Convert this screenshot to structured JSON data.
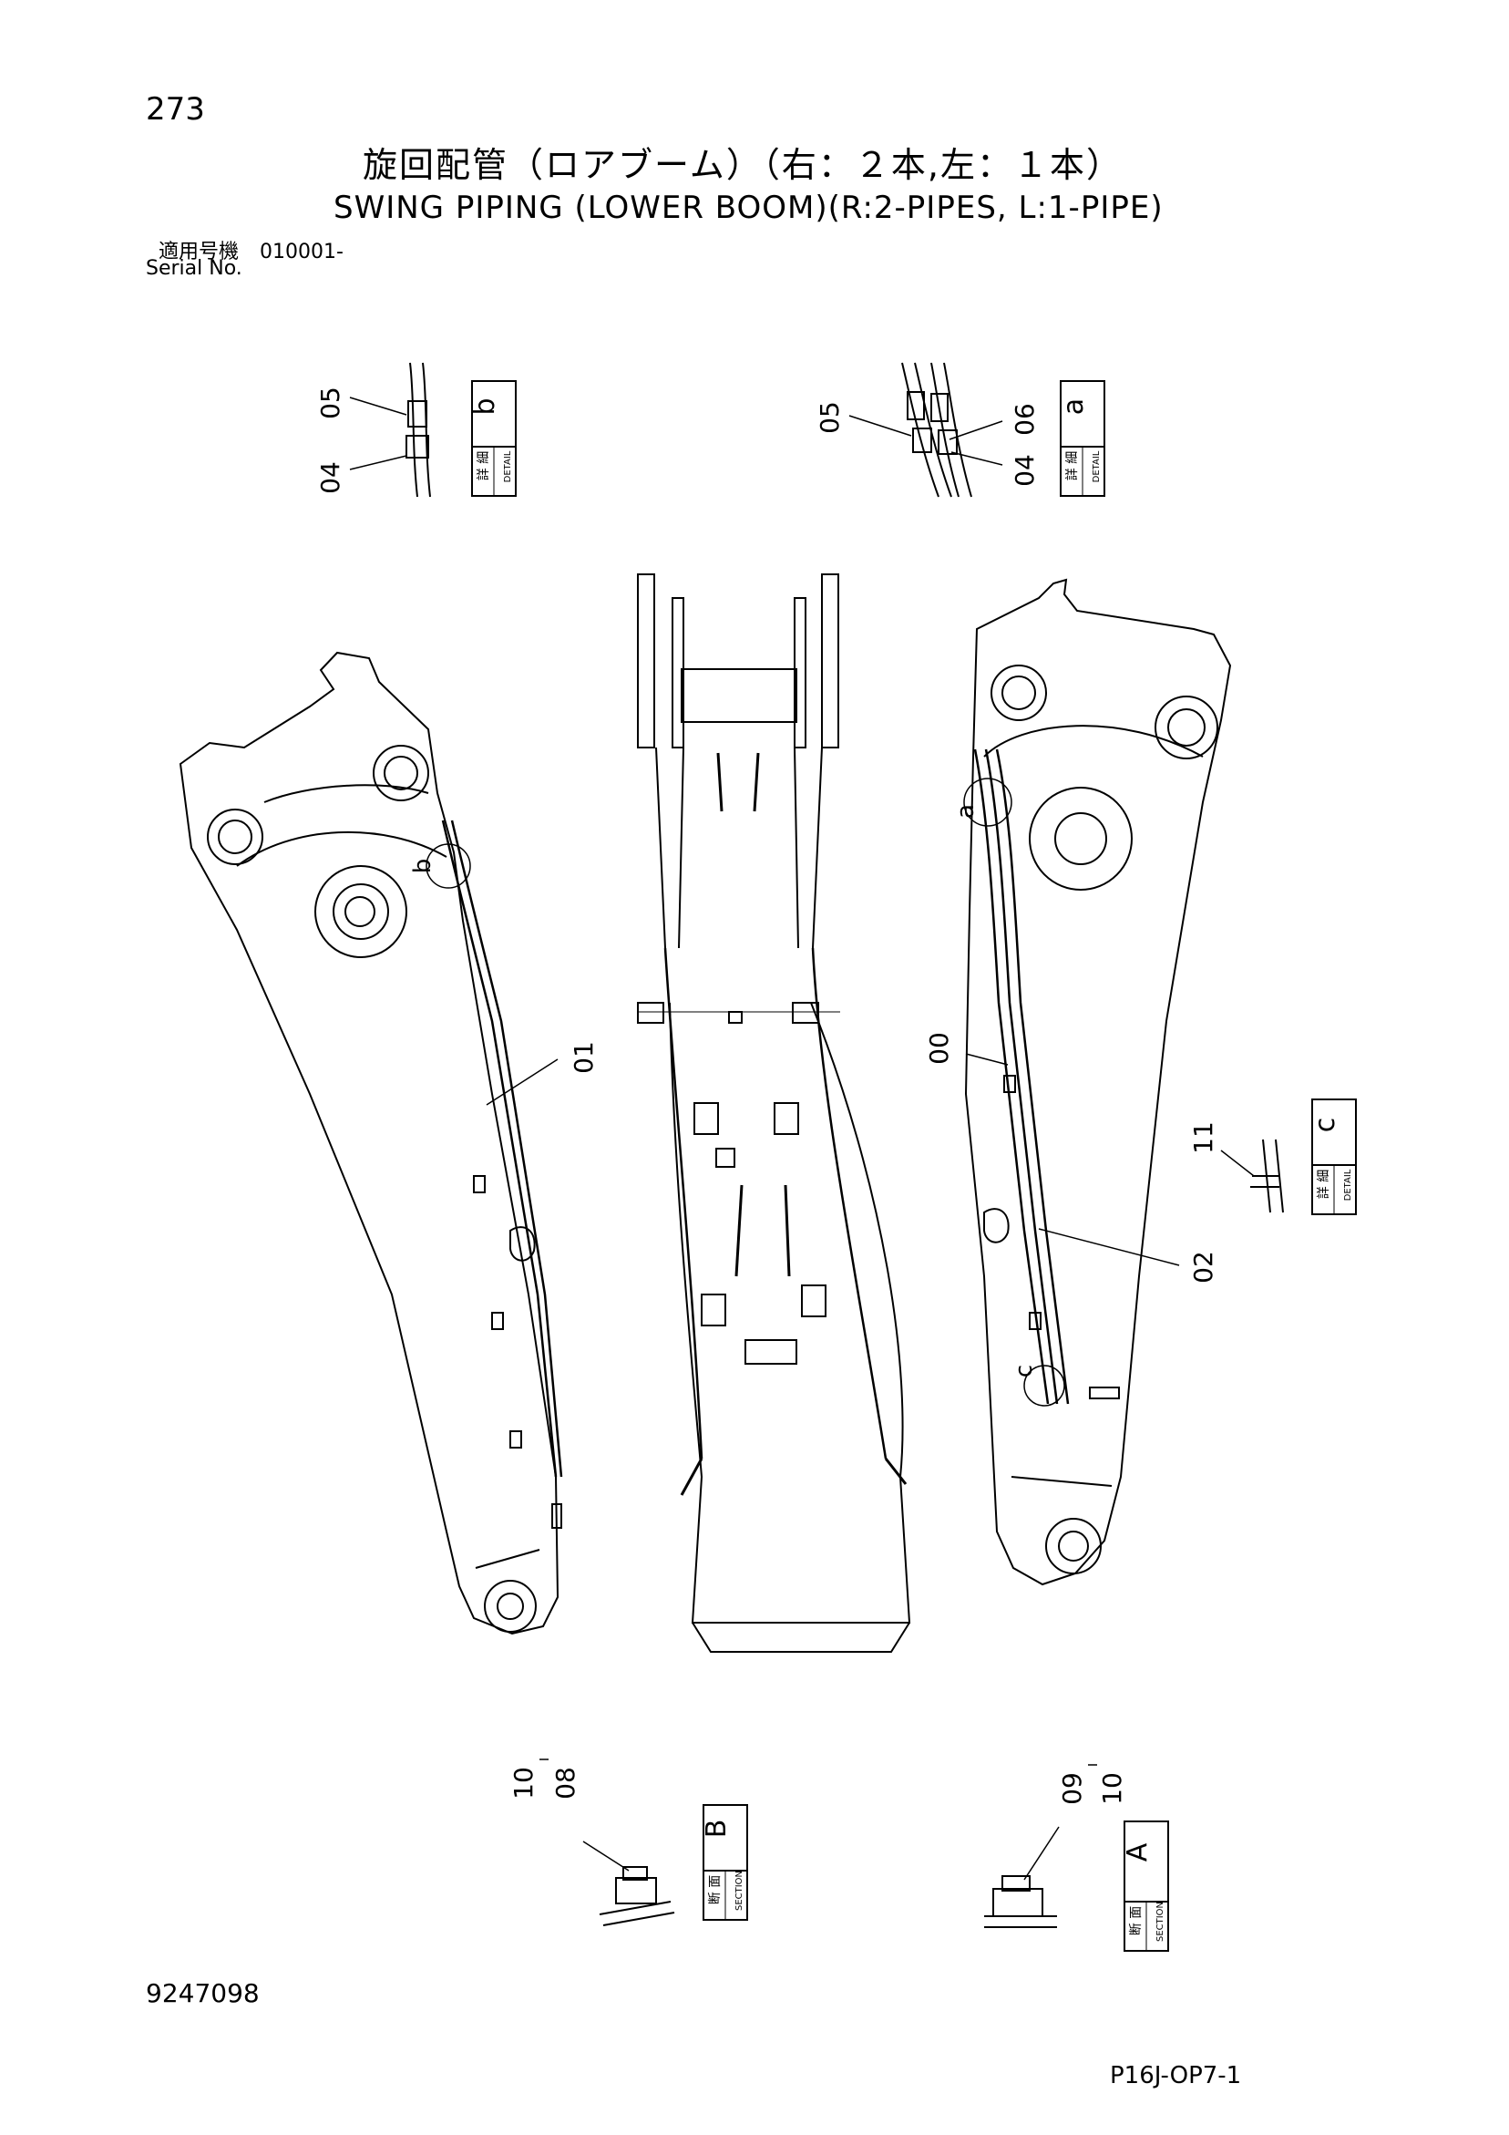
{
  "header": {
    "page_number": "273",
    "title_jp": "旋回配管（ロアブーム）（右：２本,左：１本）",
    "title_en": "SWING PIPING (LOWER BOOM)(R:2-PIPES, L:1-PIPE)",
    "serial_label_jp": "適用号機",
    "serial_value": "010001-",
    "serial_label_en": "Serial No."
  },
  "detail_boxes": [
    {
      "jp": "詳 細",
      "en": "DETAIL",
      "letter": "b"
    },
    {
      "jp": "詳 細",
      "en": "DETAIL",
      "letter": "a"
    },
    {
      "jp": "詳 細",
      "en": "DETAIL",
      "letter": "c"
    }
  ],
  "section_boxes": [
    {
      "jp": "断 面",
      "en": "SECTION",
      "letter": "B"
    },
    {
      "jp": "断 面",
      "en": "SECTION",
      "letter": "A"
    }
  ],
  "callouts": {
    "detail_b": [
      "05",
      "04"
    ],
    "detail_a": [
      "05",
      "06",
      "04"
    ],
    "detail_c": [
      "11"
    ],
    "boom_left": [
      "01"
    ],
    "boom_right": [
      "00",
      "02"
    ],
    "section_b": [
      "10",
      "08"
    ],
    "section_a": [
      "09",
      "10"
    ]
  },
  "view_markers": [
    "b",
    "a",
    "c"
  ],
  "footer": {
    "document_id": "9247098",
    "sheet_code": "P16J-OP7-1"
  }
}
